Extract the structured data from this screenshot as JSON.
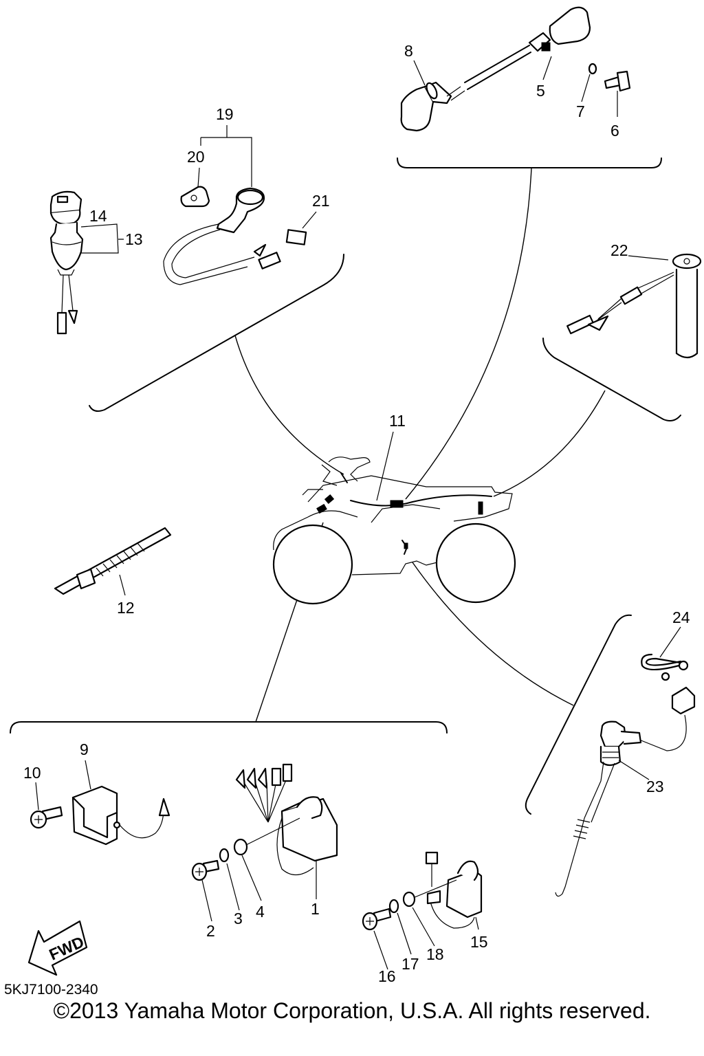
{
  "callouts": {
    "c1": "1",
    "c2": "2",
    "c3": "3",
    "c4": "4",
    "c5": "5",
    "c6": "6",
    "c7": "7",
    "c8": "8",
    "c9": "9",
    "c10": "10",
    "c11": "11",
    "c12": "12",
    "c13": "13",
    "c14": "14",
    "c15": "15",
    "c16": "16",
    "c17": "17",
    "c18": "18",
    "c19": "19",
    "c20": "20",
    "c21": "21",
    "c22": "22",
    "c23": "23",
    "c24": "24"
  },
  "fwd_label": "FWD",
  "diagram_code": "5KJ7100-2340",
  "copyright": "©2013 Yamaha Motor Corporation, U.S.A. All rights reserved."
}
